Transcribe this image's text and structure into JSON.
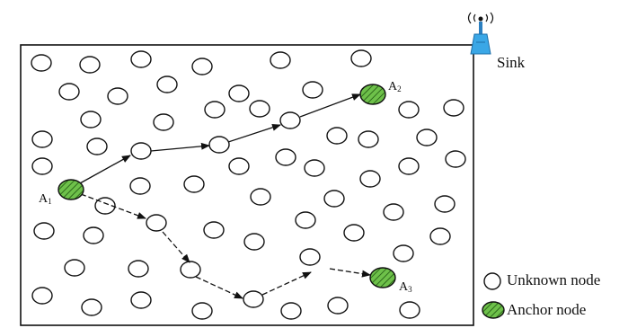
{
  "diagram": {
    "sink": {
      "label": "Sink",
      "icon": "antenna-tower-icon"
    },
    "anchors": [
      {
        "letter": "A",
        "index": "1"
      },
      {
        "letter": "A",
        "index": "2"
      },
      {
        "letter": "A",
        "index": "3"
      }
    ],
    "legend": {
      "unknown_label": "Unknown node",
      "anchor_label": "Anchor node"
    },
    "colors": {
      "anchor_fill": "#6ec14a",
      "anchor_hatch": "#2e6a1c",
      "unknown_fill": "#ffffff",
      "stroke": "#111111",
      "sink_blue": "#3aa7e6"
    }
  }
}
